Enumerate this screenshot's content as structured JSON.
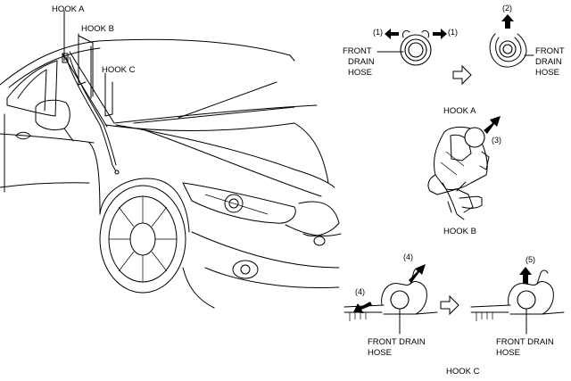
{
  "overview": {
    "hook_a_label": "HOOK A",
    "hook_b_label": "HOOK B",
    "hook_c_label": "HOOK C"
  },
  "hook_a": {
    "caption": "HOOK A",
    "step1": "(1)",
    "step1b": "(1)",
    "step2": "(2)",
    "hose_left": [
      "FRONT",
      "DRAIN",
      "HOSE"
    ],
    "hose_right": [
      "FRONT",
      "DRAIN",
      "HOSE"
    ]
  },
  "hook_b": {
    "caption": "HOOK B",
    "step3": "(3)"
  },
  "hook_c": {
    "caption": "HOOK C",
    "step4a": "(4)",
    "step4b": "(4)",
    "step5": "(5)",
    "hose_left": [
      "FRONT DRAIN",
      "HOSE"
    ],
    "hose_right": [
      "FRONT DRAIN",
      "HOSE"
    ]
  }
}
